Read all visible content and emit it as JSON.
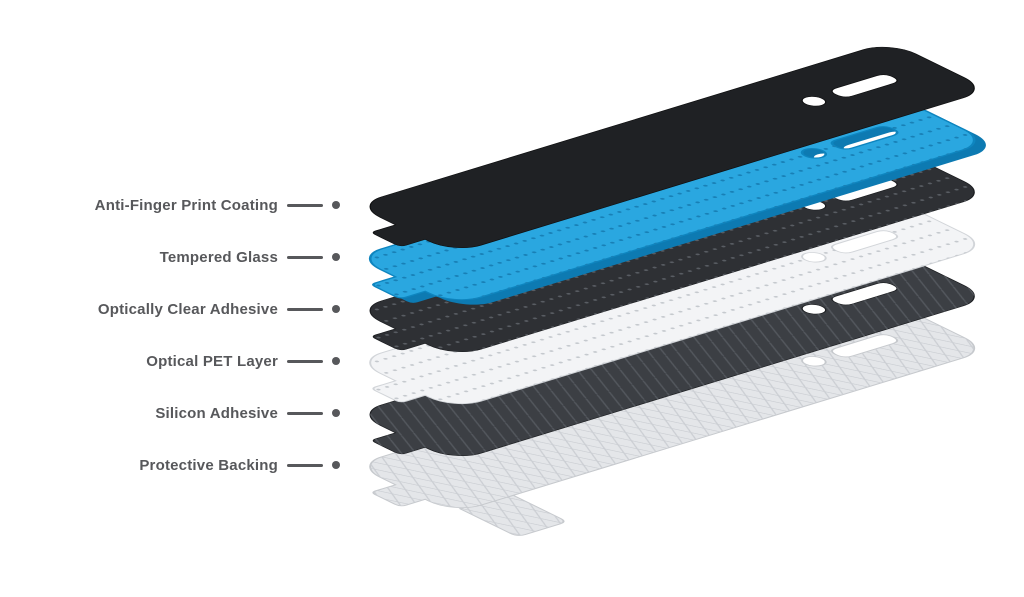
{
  "diagram_type": "exploded-layer-diagram",
  "layers": [
    {
      "id": "anti-finger-print-coating",
      "label": "Anti-Finger Print Coating",
      "fill": "#1F2124",
      "texture": "solid"
    },
    {
      "id": "tempered-glass",
      "label": "Tempered Glass",
      "fill": "#2AA7E0",
      "texture": "dots"
    },
    {
      "id": "optically-clear-adhesive",
      "label": "Optically Clear Adhesive",
      "fill": "#2E3034",
      "texture": "dots"
    },
    {
      "id": "optical-pet-layer",
      "label": "Optical PET Layer",
      "fill": "#F3F4F6",
      "texture": "dots"
    },
    {
      "id": "silicon-adhesive",
      "label": "Silicon Adhesive",
      "fill": "#3C3F44",
      "texture": "hatch"
    },
    {
      "id": "protective-backing",
      "label": "Protective Backing",
      "fill": "#E4E6E9",
      "texture": "crosshatch"
    }
  ],
  "style": {
    "background": "#FFFFFF",
    "label_color": "#57585B",
    "leader_color": "#57585B",
    "glass_edge_color": "#0D7AB2",
    "glass_outline_color": "#0E85BF",
    "light_layer_outline": "#C6C9CD"
  }
}
